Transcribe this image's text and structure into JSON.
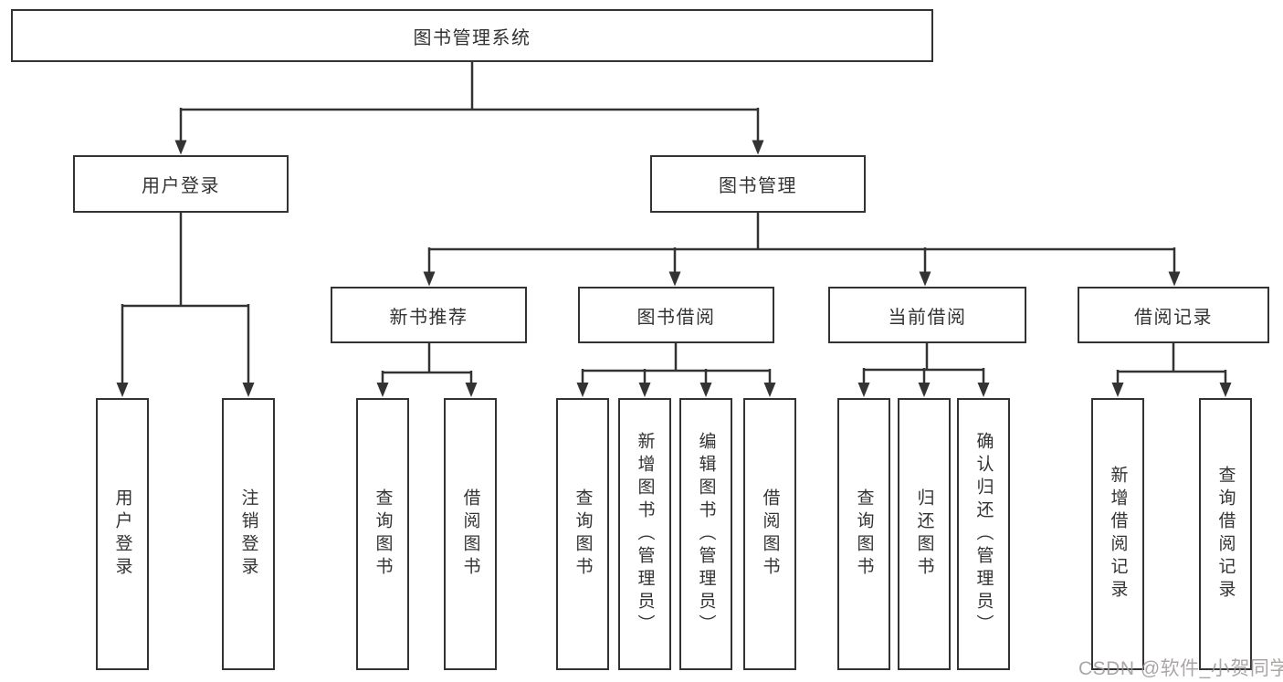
{
  "root": {
    "label": "图书管理系统",
    "children": [
      {
        "label": "用户登录",
        "children": [
          {
            "label": "用户登录"
          },
          {
            "label": "注销登录"
          }
        ]
      },
      {
        "label": "图书管理",
        "children": [
          {
            "label": "新书推荐",
            "children": [
              {
                "label": "查询图书"
              },
              {
                "label": "借阅图书"
              }
            ]
          },
          {
            "label": "图书借阅",
            "children": [
              {
                "label": "查询图书"
              },
              {
                "label": "新增图书（管理员）"
              },
              {
                "label": "编辑图书（管理员）"
              },
              {
                "label": "借阅图书"
              }
            ]
          },
          {
            "label": "当前借阅",
            "children": [
              {
                "label": "查询图书"
              },
              {
                "label": "归还图书"
              },
              {
                "label": "确认归还（管理员）"
              }
            ]
          },
          {
            "label": "借阅记录",
            "children": [
              {
                "label": "新增借阅记录"
              },
              {
                "label": "查询借阅记录"
              }
            ]
          }
        ]
      }
    ]
  },
  "watermark": "CSDN @软件_小贺同学",
  "colors": {
    "line": "#333333",
    "box_border": "#333333",
    "text": "#333333",
    "background": "#ffffff",
    "watermark": "#9d9797"
  }
}
